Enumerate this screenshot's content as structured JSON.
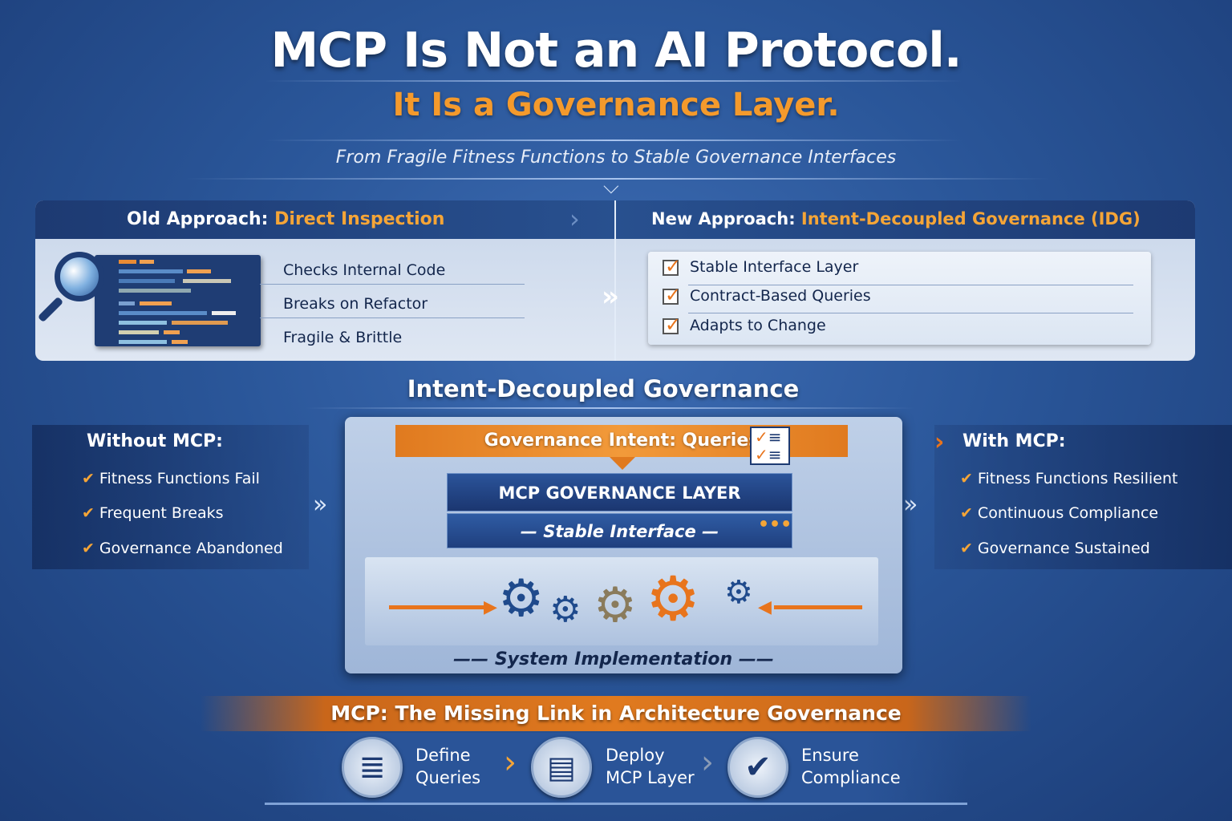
{
  "title": "MCP Is Not an AI Protocol.",
  "subtitle": "It Is a Governance Layer.",
  "tagline": "From Fragile Fitness Functions to Stable Governance Interfaces",
  "old": {
    "label": "Old Approach:",
    "value": "Direct Inspection",
    "items": [
      "Checks Internal Code",
      "Breaks on Refactor",
      "Fragile & Brittle"
    ]
  },
  "new": {
    "label": "New Approach:",
    "value": "Intent-Decoupled Governance (IDG)",
    "items": [
      "Stable Interface Layer",
      "Contract-Based Queries",
      "Adapts to Change"
    ]
  },
  "section_title": "Intent-Decoupled Governance",
  "without": {
    "title": "Without MCP:",
    "items": [
      "Fitness Functions Fail",
      "Frequent Breaks",
      "Governance Abandoned"
    ]
  },
  "with": {
    "title": "With MCP:",
    "items": [
      "Fitness Functions Resilient",
      "Continuous Compliance",
      "Governance Sustained"
    ]
  },
  "center": {
    "intent": "Governance Intent: Queries",
    "layer": "MCP GOVERNANCE LAYER",
    "interface": "Stable Interface",
    "system": "System Implementation"
  },
  "banner": "MCP: The Missing Link in Architecture Governance",
  "steps": [
    {
      "l1": "Define",
      "l2": "Queries"
    },
    {
      "l1": "Deploy",
      "l2": "MCP Layer"
    },
    {
      "l1": "Ensure",
      "l2": "Compliance"
    }
  ],
  "colors": {
    "accent": "#f5a537",
    "navy": "#1d3a72"
  }
}
